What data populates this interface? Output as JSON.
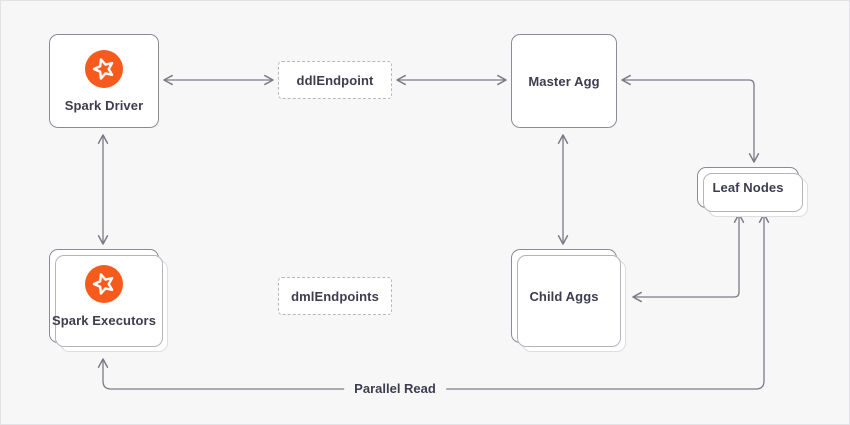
{
  "diagram": {
    "type": "architecture-diagram",
    "nodes": {
      "spark_driver": {
        "label": "Spark Driver",
        "icon": "spark-logo",
        "style": "solid"
      },
      "ddl_endpoint": {
        "label": "ddlEndpoint",
        "style": "dashed"
      },
      "master_agg": {
        "label": "Master Agg",
        "style": "solid"
      },
      "leaf_nodes": {
        "label": "Leaf Nodes",
        "style": "stacked"
      },
      "spark_executors": {
        "label": "Spark Executors",
        "icon": "spark-logo",
        "style": "stacked"
      },
      "dml_endpoints": {
        "label": "dmlEndpoints",
        "style": "dashed"
      },
      "child_aggs": {
        "label": "Child Aggs",
        "style": "stacked"
      }
    },
    "edges": [
      {
        "from": "spark_driver",
        "to": "ddl_endpoint",
        "direction": "both"
      },
      {
        "from": "ddl_endpoint",
        "to": "master_agg",
        "direction": "both"
      },
      {
        "from": "spark_driver",
        "to": "spark_executors",
        "direction": "both"
      },
      {
        "from": "master_agg",
        "to": "child_aggs",
        "direction": "both"
      },
      {
        "from": "master_agg",
        "to": "leaf_nodes",
        "direction": "both",
        "shape": "elbow"
      },
      {
        "from": "child_aggs",
        "to": "leaf_nodes",
        "direction": "both",
        "shape": "elbow"
      },
      {
        "from": "spark_executors",
        "to": "dml_endpoints",
        "direction": "both"
      },
      {
        "from": "dml_endpoints",
        "to": "child_aggs",
        "direction": "both"
      },
      {
        "from": "leaf_nodes",
        "to": "spark_executors",
        "direction": "both",
        "shape": "elbow",
        "label": "Parallel Read"
      }
    ],
    "edge_labels": {
      "parallel_read": "Parallel Read"
    },
    "colors": {
      "background": "#f7f7f8",
      "node_background": "#ffffff",
      "node_border": "#8b8b96",
      "stack_border_mid": "#b4b4bd",
      "stack_border_back": "#dddde2",
      "dashed_border": "#b7b7c0",
      "arrow": "#7b7b87",
      "text": "#3d3d4f",
      "spark_orange": "#f65a1d",
      "icon_star": "#ffffff"
    }
  }
}
